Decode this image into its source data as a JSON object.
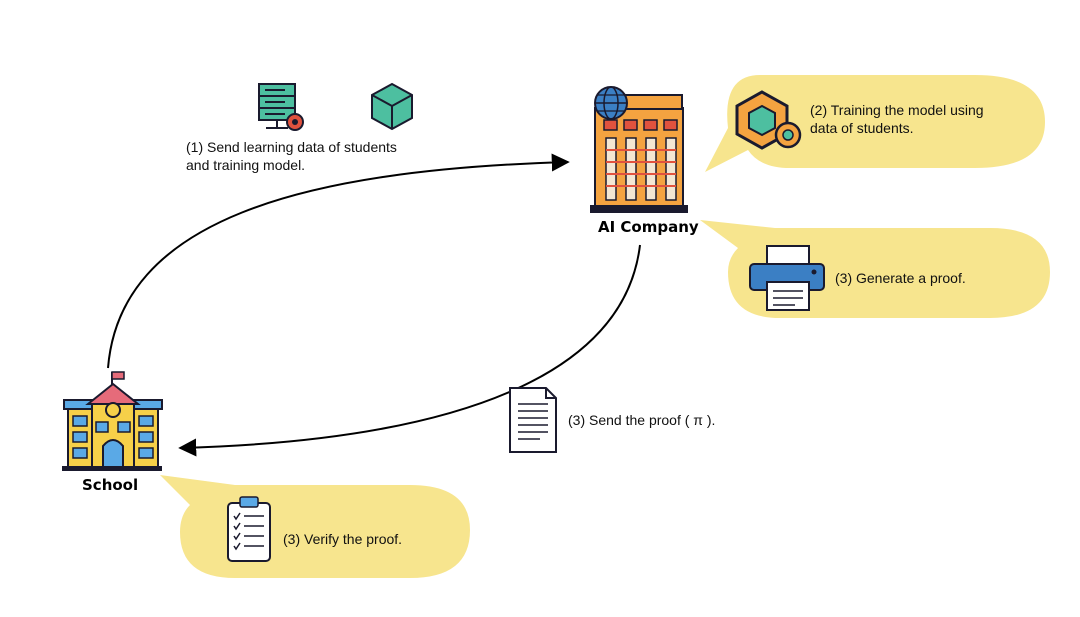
{
  "nodes": {
    "ai_company": "AI Company",
    "school": "School"
  },
  "steps": {
    "send_data": {
      "line1": "(1) Send learning data of students",
      "line2": "and training model."
    },
    "training": {
      "line1": "(2) Training the model using",
      "line2": "data of students."
    },
    "generate": "(3) Generate a proof.",
    "send_proof": "(3) Send the proof ( π ).",
    "verify": "(3) Verify the proof."
  },
  "colors": {
    "bubble": "#F7E58E",
    "arrow": "#000000",
    "building_orange": "#F4A340",
    "building_red": "#E0523E",
    "outline": "#1A1A2E",
    "teal": "#4DBFA0",
    "blue": "#3B7FC4",
    "school_blue": "#5AA9E6",
    "school_yellow": "#F6D049",
    "school_pink": "#E66B7A"
  },
  "icons": {
    "server": "server-gear-icon",
    "model": "cube-icon",
    "globe": "globe-icon",
    "ai_building": "office-building-icon",
    "training": "cube-gear-icon",
    "printer": "printer-icon",
    "proof_doc": "document-icon",
    "school": "school-building-icon",
    "checklist": "clipboard-checklist-icon"
  }
}
